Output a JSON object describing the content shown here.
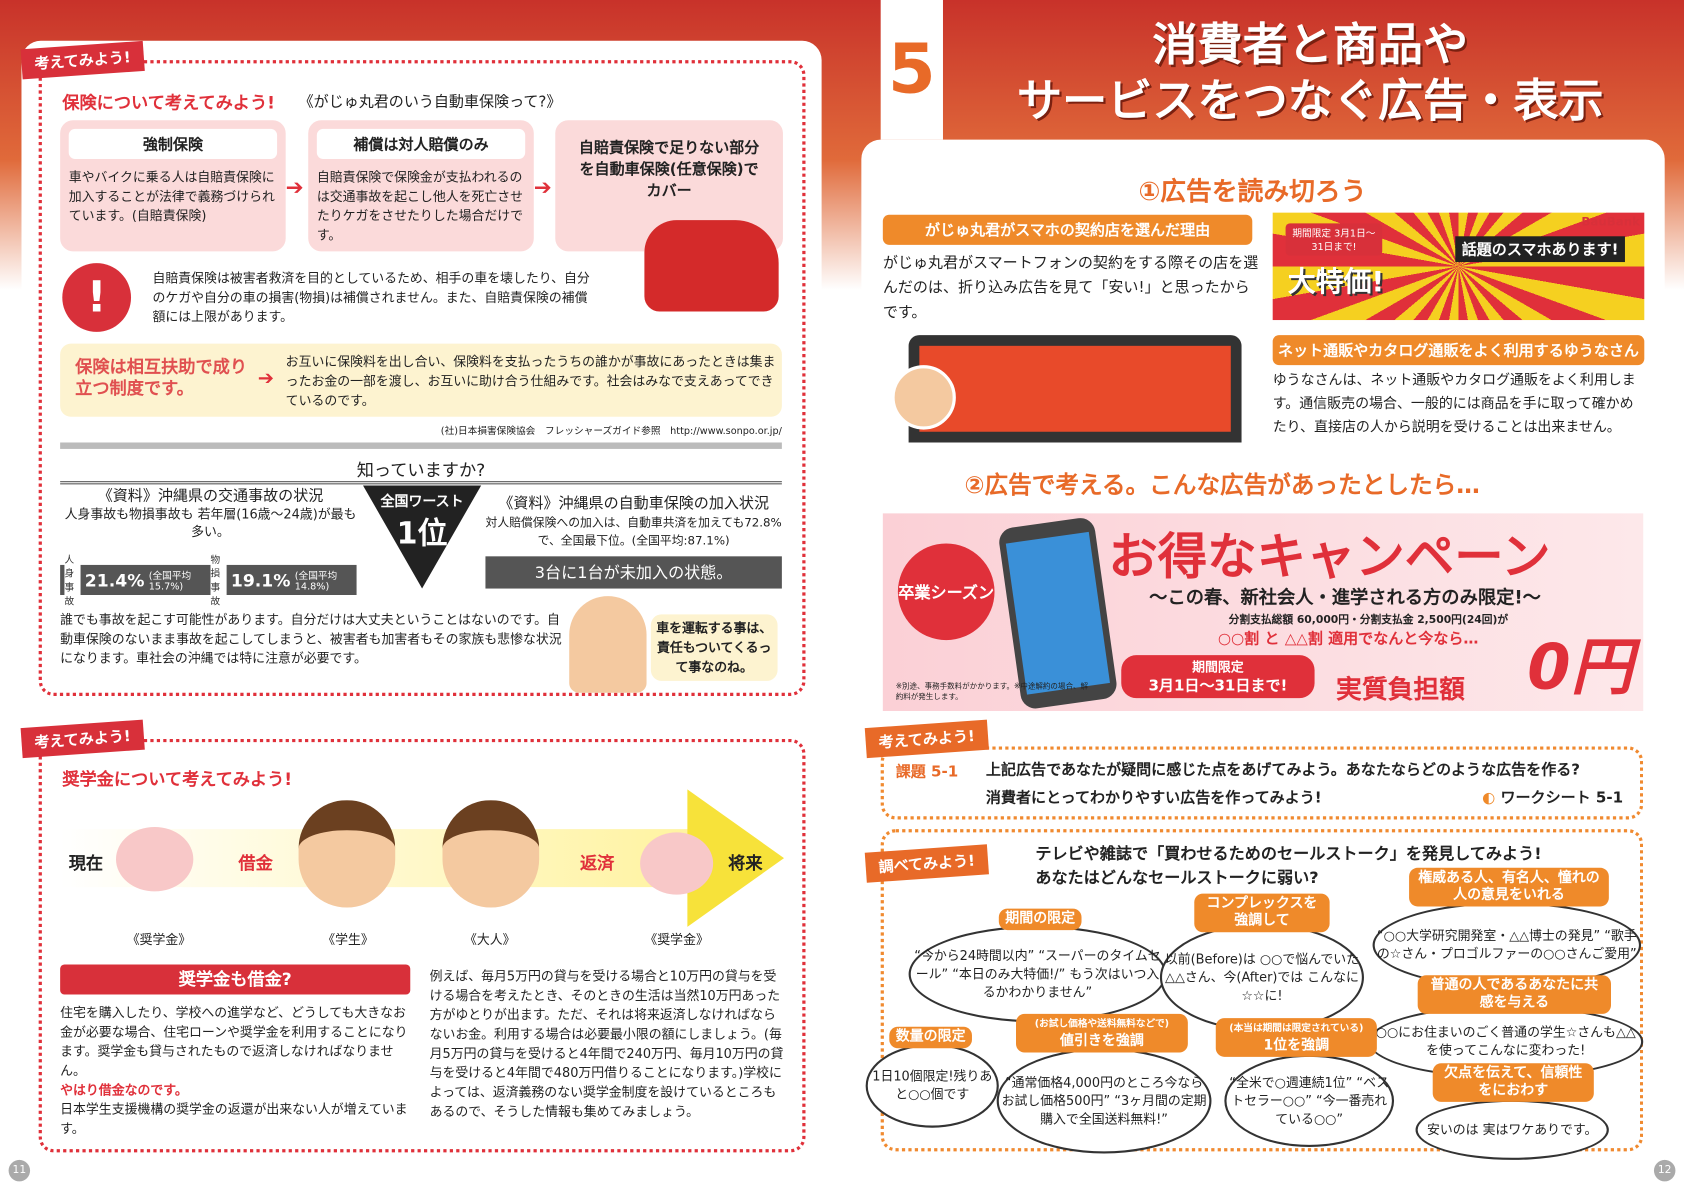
{
  "left": {
    "page_number": "11",
    "insurance": {
      "tag": "考えてみよう!",
      "title": "保険について考えてみよう!",
      "subtitle": "《がじゅ丸君のいう自動車保険って?》",
      "boxes": [
        {
          "label": "強制保険",
          "text": "車やバイクに乗る人は自賠責保険に加入することが法律で義務づけられています。(自賠責保険)"
        },
        {
          "label": "補償は対人賠償のみ",
          "text": "自賠責保険で保険金が支払われるのは交通事故を起こし他人を死亡させたりケガをさせたりした場合だけです。"
        },
        {
          "label": "自賠責保険で足りない部分を自動車保険(任意保険)でカバー"
        }
      ],
      "warning": "自賠責保険は被害者救済を目的としているため、相手の車を壊したり、自分のケガや自分の車の損害(物損)は補償されません。また、自賠責保険の補償額には上限があります。",
      "mutual_title": "保険は相互扶助で成り立つ制度です。",
      "mutual_text": "お互いに保険料を出し合い、保険料を支払ったうちの誰かが事故にあったときは集まったお金の一部を渡し、お互いに助け合う仕組みです。社会はみなで支えあってできているのです。",
      "source": "(社)日本損害保険協会　フレッシャーズガイド参照　http://www.sonpo.or.jp/",
      "know_title": "知っていますか?",
      "data1_title": "《資料》沖縄県の交通事故の状況",
      "data1_text": "人身事故も物損事故も 若年層(16歳〜24歳)が最も多い。",
      "stat1_label": "人身事故",
      "stat1_value": "21.4%",
      "stat1_avg": "(全国平均15.7%)",
      "stat2_label": "物損事故",
      "stat2_value": "19.1%",
      "stat2_avg": "(全国平均14.8%)",
      "worst_label": "全国ワースト",
      "worst_rank": "1位",
      "data2_title": "《資料》沖縄県の自動車保険の加入状況",
      "data2_text": "対人賠償保険への加入は、自動車共済を加えても72.8%で、全国最下位。(全国平均:87.1%)",
      "data2_band": "3台に1台が未加入の状態。",
      "closing": "誰でも事故を起こす可能性があります。自分だけは大丈夫ということはないのです。自動車保険のないまま事故を起こしてしまうと、被害者も加害者もその家族も悲惨な状況になります。車社会の沖縄では特に注意が必要です。",
      "speech": "車を運転する事は、責任もついてくるって事なのね。"
    },
    "scholarship": {
      "tag": "考えてみよう!",
      "title": "奨学金について考えてみよう!",
      "flow": [
        "現在",
        "借金",
        "返済",
        "将来"
      ],
      "captions": [
        "《奨学金》",
        "《学生》",
        "《大人》",
        "《奨学金》"
      ],
      "band": "奨学金も借金?",
      "text1": "住宅を購入したり、学校への進学など、どうしても大きなお金が必要な場合、住宅ローンや奨学金を利用することになります。奨学金も貸与されたもので返済しなければなりません。",
      "text1_red": "やはり借金なのです。",
      "text1b": "日本学生支援機構の奨学金の返還が出来ない人が増えています。",
      "text2": "例えば、毎月5万円の貸与を受ける場合と10万円の貸与を受ける場合を考えたとき、そのときの生活は当然10万円あった方がゆとりが出ます。ただ、それは将来返済しなければならないお金。利用する場合は必要最小限の額にしましょう。(毎月5万円の貸与を受けると4年間で240万円、毎月10万円の貸与を受けると4年間で480万円借りることになります。)学校によっては、返済義務のない奨学金制度を設けているところもあるので、そうした情報も集めてみましょう。"
    }
  },
  "right": {
    "page_number": "12",
    "chapter": "5",
    "title_line1": "消費者と商品や",
    "title_line2": "サービスをつなぐ広告・表示",
    "sec1": "①広告を読み切ろう",
    "gajumaru_band": "がじゅ丸君がスマホの契約店を選んだ理由",
    "gajumaru_text": "がじゅ丸君がスマートフォンの契約をする際その店を選んだのは、折り込み広告を見て「安い!」と思ったからです。",
    "flyer": {
      "period": "期間限定 3月1日〜31日まで!",
      "big": "大特価!",
      "headline": "話題のスマホあります!",
      "brand": "BauBank"
    },
    "yuna_band": "ネット通販やカタログ通販をよく利用するゆうなさん",
    "yuna_text": "ゆうなさんは、ネット通販やカタログ通販をよく利用します。通信販売の場合、一般的には商品を手に取って確かめたり、直接店の人から説明を受けることは出来ません。",
    "sec2": "②広告で考える。こんな広告があったとしたら…",
    "ad": {
      "badge": "卒業シーズン",
      "headline": "お得なキャンペーン",
      "sub": "〜この春、新社会人・進学される方のみ限定!〜",
      "terms": "分割支払総額 60,000円・分割支払金 2,500円(24回)が",
      "discount": "○○割 と △△割 適用でなんと今なら…",
      "period_label": "期間限定",
      "period": "3月1日〜31日まで!",
      "burden": "実質負担額",
      "price": "0円",
      "notes": "※別途、事務手数料がかかります。※中途解約の場合、解約料が発生します。"
    },
    "task": {
      "tag": "考えてみよう!",
      "id": "課題 5-1",
      "text1": "上記広告であなたが疑問に感じた点をあげてみよう。あなたならどのような広告を作る?",
      "text2": "消費者にとってわかりやすい広告を作ってみよう!",
      "worksheet": "ワークシート 5-1"
    },
    "research": {
      "tag": "調べてみよう!",
      "q1": "テレビや雑誌で「買わせるためのセールストーク」を発見してみよう!",
      "q2": "あなたはどんなセールストークに弱い?",
      "talks": [
        {
          "label": "期間の限定",
          "text": "“今から24時間以内” “スーパーのタイムセール” “本日のみ大特価!/” もう次はいつ入るかわかりません”"
        },
        {
          "label": "コンプレックスを強調して",
          "text": "以前(Before)は ○○で悩んでいた△△さん、今(After)では こんなに☆☆に!"
        },
        {
          "label": "権威ある人、有名人、憧れの人の意見をいれる",
          "text": "“○○大学研究開発室・△△博士の発見” “歌手の☆さん・プロゴルファーの○○さんご愛用”"
        },
        {
          "label": "普通の人であるあなたに共感を与える",
          "text": "○○にお住まいのごく普通の学生☆さんも△△を使ってこんなに変わった!"
        },
        {
          "label": "数量の限定",
          "text": "1日10個限定!残りあと○○個です"
        },
        {
          "label": "値引きを強調",
          "note": "(お試し価格や送料無料などで)",
          "text": "“通常価格4,000円のところ今ならお試し価格500円” “3ヶ月間の定期購入で全国送料無料!”"
        },
        {
          "label": "1位を強調",
          "note": "(本当は期間は限定されている)",
          "text": "“全米で○週連続1位” “ベストセラー○○” “今一番売れている○○”"
        },
        {
          "label": "欠点を伝えて、信頼性をにおわす",
          "text": "安いのは 実はワケありです。"
        }
      ]
    }
  },
  "colors": {
    "red": "#e0303a",
    "orange": "#ef8a2a",
    "pink": "#fbdada"
  }
}
